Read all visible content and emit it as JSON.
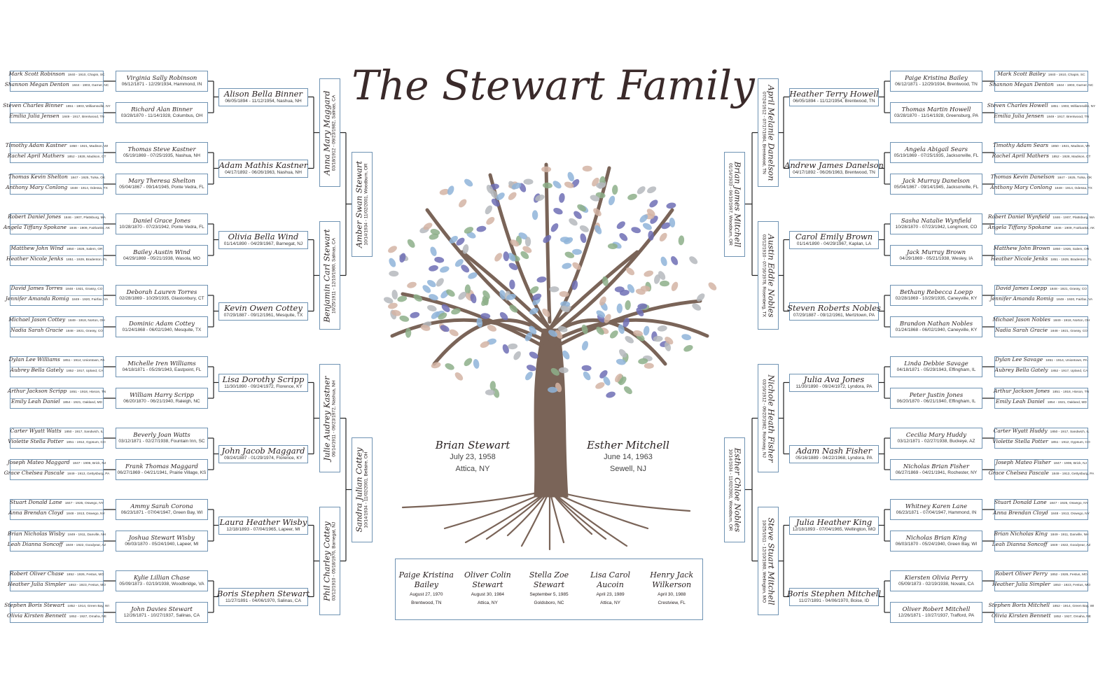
{
  "title": "The Stewart Family",
  "couple": {
    "husband": {
      "name": "Brian Stewart",
      "date": "July 23, 1958",
      "place": "Attica, NY"
    },
    "wife": {
      "name": "Esther Mitchell",
      "date": "June 14, 1963",
      "place": "Sewell, NJ"
    }
  },
  "children": [
    {
      "name": "Paige Kristina Bailey",
      "date": "August 27, 1970",
      "place": "Brentwood, TN"
    },
    {
      "name": "Oliver Colin Stewart",
      "date": "August 30, 1984",
      "place": "Attica, NY"
    },
    {
      "name": "Stella Zoe Stewart",
      "date": "September 5, 1985",
      "place": "Goldsboro, NC"
    },
    {
      "name": "Lisa Carol Aucoin",
      "date": "April 23, 1989",
      "place": "Attica, NY"
    },
    {
      "name": "Henry Jack Wilkerson",
      "date": "April 30, 1988",
      "place": "Crestview, FL"
    }
  ],
  "left": {
    "parent": {
      "name": "Amber Swan Stewart",
      "dates": "10/14/1934 - 11/02/2001, Woodburn, OR"
    },
    "parent2": {
      "name": "Sandra Julian Cottey",
      "dates": "10/14/1934 - 11/02/2001, Bellaire, OH"
    },
    "g2": [
      {
        "name": "Anna Mary Maggard",
        "dates": "03/18/1912 - 09/23/1982, Salinas, CA"
      },
      {
        "name": "Benjamin Carl Stewart",
        "dates": "10/25/1911 - 12/10/1980, Salinas, CA"
      },
      {
        "name": "Julie Audrey Kastner",
        "dates": "06/14/1911 - 09/23/1972, Nashua, NH"
      },
      {
        "name": "Phil Charley Cottey",
        "dates": "03/12/1910 - 05/18/1976, Barnegat, NJ"
      }
    ],
    "g3": [
      {
        "name": "Alison Bella Binner",
        "dates": "06/05/1894 - 11/12/1954, Nashua, NH"
      },
      {
        "name": "Adam Mathis Kastner",
        "dates": "04/17/1892 - 06/26/1963, Nashua, NH"
      },
      {
        "name": "Olivia Bella Wind",
        "dates": "01/14/1890 - 04/29/1967, Barnegat, NJ"
      },
      {
        "name": "Kevin Owen Cottey",
        "dates": "07/29/1887 - 09/12/1961, Mesquite, TX"
      },
      {
        "name": "Lisa Dorothy Scripp",
        "dates": "11/30/1890 - 09/24/1972, Florence, KY"
      },
      {
        "name": "John Jacob Maggard",
        "dates": "09/24/1887 - 01/29/1974, Florence, KY"
      },
      {
        "name": "Laura Heather Wisby",
        "dates": "12/18/1893 - 07/04/1965, Lapeer, MI"
      },
      {
        "name": "Boris Stephen Stewart",
        "dates": "11/27/1891 - 04/06/1970, Salinas, CA"
      }
    ],
    "g4": [
      {
        "name": "Virginia Sally Robinson",
        "dates": "06/12/1871 - 12/29/1934, Hammond, IN"
      },
      {
        "name": "Richard Alan Binner",
        "dates": "03/28/1870 - 11/14/1928, Columbus, OH"
      },
      {
        "name": "Thomas Steve Kastner",
        "dates": "05/19/1869 - 07/25/1935, Nashua, NH"
      },
      {
        "name": "Mary Theresa Shelton",
        "dates": "05/04/1867 - 09/14/1945, Ponte Vedra, FL"
      },
      {
        "name": "Daniel Grace Jones",
        "dates": "10/28/1870 - 07/23/1942, Ponte Vedra, FL"
      },
      {
        "name": "Bailey Austin Wind",
        "dates": "04/29/1869 - 05/21/1938, Wasola, MO"
      },
      {
        "name": "Deborah Lauren Torres",
        "dates": "02/28/1869 - 10/29/1935, Glastonbury, CT"
      },
      {
        "name": "Dominic Adam Cottey",
        "dates": "01/24/1868 - 06/02/1940, Mesquite, TX"
      },
      {
        "name": "Michelle Iren Williams",
        "dates": "04/18/1871 - 05/29/1943, Eastpoint, FL"
      },
      {
        "name": "William Harry Scripp",
        "dates": "06/20/1870 - 06/21/1940, Raleigh, NC"
      },
      {
        "name": "Beverly Joan Watts",
        "dates": "03/12/1871 - 02/27/1938, Fountain Inn, SC"
      },
      {
        "name": "Frank Thomas Maggard",
        "dates": "06/27/1869 - 04/21/1941, Prairie Village, KS"
      },
      {
        "name": "Ammy Sarah Corona",
        "dates": "06/23/1871 - 07/04/1947, Green Bay, WI"
      },
      {
        "name": "Joshua Stewart Wisby",
        "dates": "06/03/1870 - 05/24/1940, Lapeer, MI"
      },
      {
        "name": "Kylie Lillian Chase",
        "dates": "05/09/1873 - 02/19/1938, Woodbridge, VA"
      },
      {
        "name": "John Davies Stewart",
        "dates": "12/26/1871 - 10/27/1937, Salinas, CA"
      }
    ],
    "g5": [
      [
        "Mark Scott Robinson",
        "1840 - 1910, Chapin, SC"
      ],
      [
        "Shannon Megan Denton",
        "1844 - 1903, Garner, NC"
      ],
      [
        "Steven Charles Binner",
        "1851 - 1903, Williamsville, NY"
      ],
      [
        "Emilia Julia Jensen",
        "1849 - 1917, Brentwood, TN"
      ],
      [
        "Timothy Adam Kastner",
        "1850 - 1921, Madison, WI"
      ],
      [
        "Rachel April Mathers",
        "1852 - 1928, Madison, CT"
      ],
      [
        "Thomas Kevin Shelton",
        "1847 - 1925, Tulsa, OK"
      ],
      [
        "Anthony Mary Conlong",
        "1848 - 1914, Odessa, TX"
      ],
      [
        "Robert Daniel Jones",
        "1846 - 1907, Plattsburg, MA"
      ],
      [
        "Angela Tiffany Spokane",
        "1846 - 1909, Fairbanks, AK"
      ],
      [
        "Matthew John Wind",
        "1850 - 1926, Salem, OR"
      ],
      [
        "Heather Nicole Jenks",
        "1851 - 1929, Bradenton, FL"
      ],
      [
        "David James Torres",
        "1848 - 1921, Grassy, CO"
      ],
      [
        "Jennifer Amanda Romig",
        "1849 - 1920, Fairfax, VA"
      ],
      [
        "Michael Jason Cottey",
        "1849 - 1918, Norton, OH"
      ],
      [
        "Nadia Sarah Gracie",
        "1848 - 1921, Grassy, CO"
      ],
      [
        "Dylan Lee Williams",
        "1851 - 1914, Uniontown, PA"
      ],
      [
        "Aubrey Bella Gately",
        "1852 - 1917, Upland, CA"
      ],
      [
        "Arthur Jackson Scripp",
        "1851 - 1918, Hixson, TN"
      ],
      [
        "Emily Leah Daniel",
        "1854 - 1921, Oakland, MD"
      ],
      [
        "Carter Wyatt Watts",
        "1850 - 1917, Sandwich, IL"
      ],
      [
        "Violette Stella Potter",
        "1851 - 1912, Gypsum, CO"
      ],
      [
        "Joseph Mateo Maggard",
        "1847 - 1906, Brick, NJ"
      ],
      [
        "Grace Chelsea Pascale",
        "1849 - 1913, Gettysburg, PA"
      ],
      [
        "Stuart Donald Lane",
        "1847 - 1925, Oswego, NY"
      ],
      [
        "Anna Brendan Cloyd",
        "1848 - 1913, Oswego, NY"
      ],
      [
        "Brian Nicholas Wisby",
        "1849 - 1911, Danville, NH"
      ],
      [
        "Leah Dianna Soncoff",
        "1849 - 1922, Goodyear, AZ"
      ],
      [
        "Robert Oliver Chase",
        "1852 - 1926, Festus, MO"
      ],
      [
        "Heather Julia Simpler",
        "1853 - 1923, Festus, MO"
      ],
      [
        "Stephen Boris Stewart",
        "1852 - 1914, Green Bay, WI"
      ],
      [
        "Olivia Kirsten Bennett",
        "1852 - 1927, Omaha, NE"
      ]
    ]
  },
  "right": {
    "parent": {
      "name": "Brian James Mitchell",
      "dates": "01/14/1933 - 04/10/1997, Woodburn, OR"
    },
    "parent2": {
      "name": "Esther Chloe Nobles",
      "dates": "10/14/1934 - 11/02/2001, Woodburn, OR"
    },
    "g2": [
      {
        "name": "April Melanie Danelson",
        "dates": "07/24/1912 - 07/17/1984, Brentwood, TN"
      },
      {
        "name": "Austin Eddie Nobles",
        "dates": "03/12/1910 - 07/16/1978, Rosenberg, TX"
      },
      {
        "name": "Nichole Heath Fisher",
        "dates": "03/16/1912 - 09/23/1982, Rockway, NJ"
      },
      {
        "name": "Steve Stuart Mitchell",
        "dates": "10/25/1911 - 12/10/1980, Wellington, MO"
      }
    ],
    "g3": [
      {
        "name": "Heather Terry Howell",
        "dates": "06/05/1894 - 11/12/1954, Brentwood, TN"
      },
      {
        "name": "Andrew James Danelson",
        "dates": "04/17/1892 - 06/26/1963, Brentwood, TN"
      },
      {
        "name": "Carol Emily Brown",
        "dates": "01/14/1890 - 04/29/1967, Kaplan, LA"
      },
      {
        "name": "Steven Roberts Nobles",
        "dates": "07/29/1887 - 09/12/1961, Mertztown, PA"
      },
      {
        "name": "Julia Ava Jones",
        "dates": "11/30/1890 - 09/24/1972, Lyndora, PA"
      },
      {
        "name": "Adam Nash Fisher",
        "dates": "05/16/1889 - 04/22/1968, Lyndora, PA"
      },
      {
        "name": "Julia Heather King",
        "dates": "12/18/1893 - 07/04/1965, Wellington, MO"
      },
      {
        "name": "Boris Stephen Mitchell",
        "dates": "11/27/1891 - 04/06/1970, Boise, ID"
      }
    ],
    "g4": [
      {
        "name": "Paige Kristina Bailey",
        "dates": "06/12/1871 - 12/29/1934, Brentwood, TN"
      },
      {
        "name": "Thomas Martin Howell",
        "dates": "03/28/1870 - 11/14/1928, Greensburg, PA"
      },
      {
        "name": "Angela Abigail Sears",
        "dates": "05/19/1869 - 07/25/1935, Jacksonville, FL"
      },
      {
        "name": "Jack Murray Danelson",
        "dates": "05/04/1867 - 09/14/1945, Jacksonville, FL"
      },
      {
        "name": "Sasha Natalie Wynfield",
        "dates": "10/28/1870 - 07/23/1942, Longmont, CO"
      },
      {
        "name": "Jack Murray Brown",
        "dates": "04/29/1869 - 05/21/1938, Wesley, IA"
      },
      {
        "name": "Bethany Rebecca Loepp",
        "dates": "02/28/1869 - 10/29/1935, Caneyville, KY"
      },
      {
        "name": "Brandon Nathan Nobles",
        "dates": "01/24/1868 - 06/02/1940, Caneyville, KY"
      },
      {
        "name": "Linda Debbie Savage",
        "dates": "04/18/1871 - 05/29/1943, Effingham, IL"
      },
      {
        "name": "Peter Justin Jones",
        "dates": "06/20/1870 - 06/21/1940, Effingham, IL"
      },
      {
        "name": "Cecilia Mary Huddy",
        "dates": "03/12/1871 - 02/27/1938, Buckeye, AZ"
      },
      {
        "name": "Nicholas Brian Fisher",
        "dates": "06/27/1869 - 04/21/1941, Rochester, NY"
      },
      {
        "name": "Whitney Karen Lane",
        "dates": "06/23/1871 - 07/04/1947, Hammond, IN"
      },
      {
        "name": "Nicholas Brian King",
        "dates": "06/03/1870 - 05/24/1940, Green Bay, WI"
      },
      {
        "name": "Kiersten Olivia Perry",
        "dates": "05/09/1873 - 02/19/1938, Novato, CA"
      },
      {
        "name": "Oliver Robert Mitchell",
        "dates": "12/26/1871 - 10/27/1937, Trafford, PA"
      }
    ],
    "g5": [
      [
        "Mark Scott Bailey",
        "1840 - 1910, Chapin, SC"
      ],
      [
        "Shannon Megan Denton",
        "1844 - 1903, Garner, NC"
      ],
      [
        "Steven Charles Howell",
        "1851 - 1903, Williamsville, NY"
      ],
      [
        "Emilia Julia Jensen",
        "1849 - 1917, Brentwood, TN"
      ],
      [
        "Timothy Adam Sears",
        "1850 - 1921, Madison, WI"
      ],
      [
        "Rachel April Mathers",
        "1852 - 1928, Madison, CT"
      ],
      [
        "Thomas Kevin Danelson",
        "1847 - 1925, Tulsa, OK"
      ],
      [
        "Anthony Mary Conlong",
        "1848 - 1914, Odessa, TX"
      ],
      [
        "Robert Daniel Wynfield",
        "1846 - 1907, Plattsburg, MA"
      ],
      [
        "Angela Tiffany Spokane",
        "1846 - 1909, Fairbanks, AK"
      ],
      [
        "Matthew John Brown",
        "1850 - 1926, Salem, OR"
      ],
      [
        "Heather Nicole Jenks",
        "1851 - 1929, Bradenton, FL"
      ],
      [
        "David James Loepp",
        "1848 - 1921, Grassy, CO"
      ],
      [
        "Jennifer Amanda Romig",
        "1849 - 1920, Fairfax, VA"
      ],
      [
        "Michael Jason Nobles",
        "1849 - 1918, Norton, OH"
      ],
      [
        "Nadia Sarah Gracie",
        "1848 - 1921, Grassy, CO"
      ],
      [
        "Dylan Lee Savage",
        "1851 - 1914, Uniontown, PA"
      ],
      [
        "Aubrey Bella Gately",
        "1852 - 1917, Upland, CA"
      ],
      [
        "Arthur Jackson Jones",
        "1851 - 1918, Hixson, TN"
      ],
      [
        "Emily Leah Daniel",
        "1854 - 1921, Oakland, MD"
      ],
      [
        "Carter Wyatt Huddy",
        "1850 - 1917, Sandwich, IL"
      ],
      [
        "Violette Stella Potter",
        "1851 - 1912, Gypsum, CO"
      ],
      [
        "Joseph Mateo Fisher",
        "1847 - 1906, Brick, NJ"
      ],
      [
        "Grace Chelsea Pascale",
        "1849 - 1913, Gettysburg, PA"
      ],
      [
        "Stuart Donald Lane",
        "1847 - 1925, Oswego, NY"
      ],
      [
        "Anna Brendan Cloyd",
        "1848 - 1913, Oswego, NY"
      ],
      [
        "Brian Nicholas King",
        "1849 - 1911, Danville, NH"
      ],
      [
        "Leah Dianna Soncoff",
        "1849 - 1922, Goodyear, AZ"
      ],
      [
        "Robert Oliver Perry",
        "1852 - 1926, Festus, MO"
      ],
      [
        "Heather Julia Simpler",
        "1853 - 1923, Festus, MO"
      ],
      [
        "Stephen Boris Mitchell",
        "1852 - 1914, Green Bay, WI"
      ],
      [
        "Olivia Kirsten Bennett",
        "1852 - 1927, Omaha, NE"
      ]
    ]
  },
  "colors": {
    "border": "#6f93b3",
    "trunk": "#7a6458",
    "leaf_blue": "#8fb4d9",
    "leaf_purple": "#6f6fb5",
    "leaf_green": "#8daf8a",
    "leaf_pink": "#d3b4a4",
    "leaf_gray": "#b5b9bd"
  }
}
